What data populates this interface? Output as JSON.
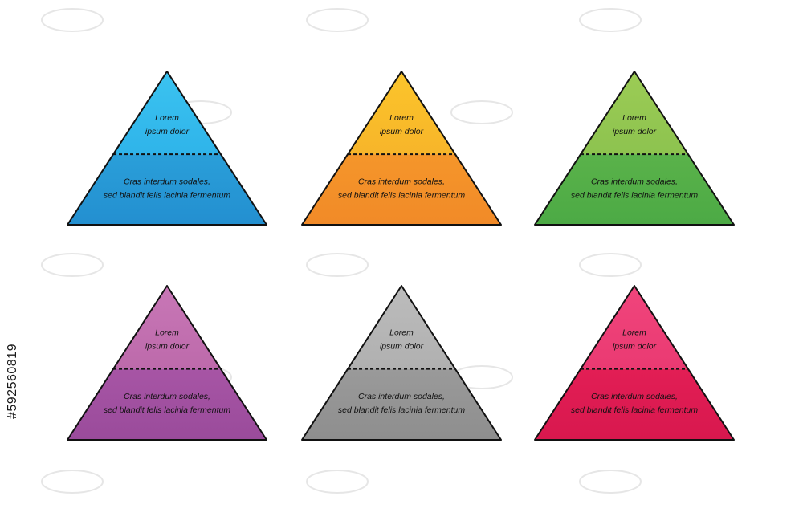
{
  "watermark_id": "#592560819",
  "pyramids": [
    {
      "top_lines": [
        "Lorem",
        "ipsum dolor"
      ],
      "bottom_lines": [
        "Cras interdum sodales,",
        "sed blandit felis lacinia fermentum"
      ],
      "top_color": "#3bc3f0",
      "top_color2": "#2fb4ea",
      "bottom_color": "#2a9fd9",
      "bottom_color2": "#238fd0"
    },
    {
      "top_lines": [
        "Lorem",
        "ipsum dolor"
      ],
      "bottom_lines": [
        "Cras interdum sodales,",
        "sed blandit felis lacinia fermentum"
      ],
      "top_color": "#fbc52b",
      "top_color2": "#f7b52a",
      "bottom_color": "#f5962a",
      "bottom_color2": "#f18a28"
    },
    {
      "top_lines": [
        "Lorem",
        "ipsum dolor"
      ],
      "bottom_lines": [
        "Cras interdum sodales,",
        "sed blandit felis lacinia fermentum"
      ],
      "top_color": "#9ccc55",
      "top_color2": "#8dc34f",
      "bottom_color": "#5ab24a",
      "bottom_color2": "#4caa45"
    },
    {
      "top_lines": [
        "Lorem",
        "ipsum dolor"
      ],
      "bottom_lines": [
        "Cras interdum sodales,",
        "sed blandit felis lacinia fermentum"
      ],
      "top_color": "#c877b6",
      "top_color2": "#bd6aab",
      "bottom_color": "#a755a5",
      "bottom_color2": "#9a4b9b"
    },
    {
      "top_lines": [
        "Lorem",
        "ipsum dolor"
      ],
      "bottom_lines": [
        "Cras interdum sodales,",
        "sed blandit felis lacinia fermentum"
      ],
      "top_color": "#bcbcbc",
      "top_color2": "#b0b0b0",
      "bottom_color": "#9a9a9a",
      "bottom_color2": "#8e8e8e"
    },
    {
      "top_lines": [
        "Lorem",
        "ipsum dolor"
      ],
      "bottom_lines": [
        "Cras interdum sodales,",
        "sed blandit felis lacinia fermentum"
      ],
      "top_color": "#f0457c",
      "top_color2": "#ea3a72",
      "bottom_color": "#e21e55",
      "bottom_color2": "#d8184e"
    }
  ]
}
